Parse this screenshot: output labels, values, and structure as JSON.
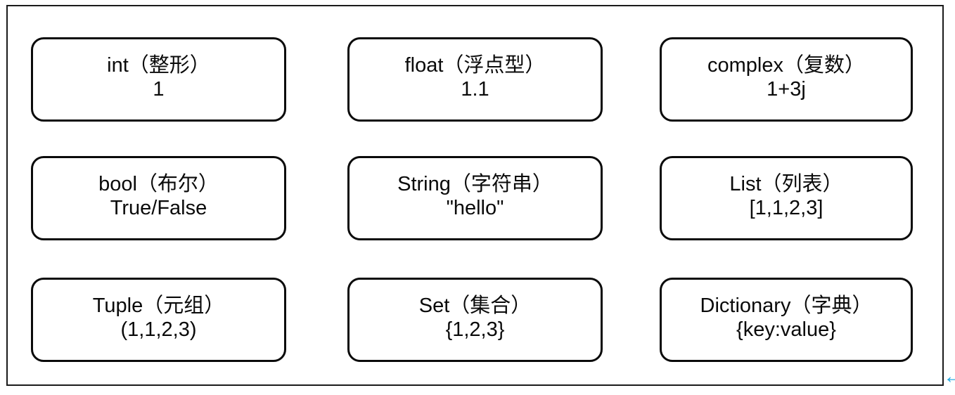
{
  "diagram": {
    "boxes": [
      {
        "title": "int（整形）",
        "example": "1"
      },
      {
        "title": "float（浮点型）",
        "example": "1.1"
      },
      {
        "title": "complex（复数）",
        "example": "1+3j"
      },
      {
        "title": "bool（布尔）",
        "example": "True/False"
      },
      {
        "title": "String（字符串）",
        "example": "\"hello\""
      },
      {
        "title": "List（列表）",
        "example": "[1,1,2,3]"
      },
      {
        "title": "Tuple（元组）",
        "example": "(1,1,2,3)"
      },
      {
        "title": "Set（集合）",
        "example": "{1,2,3}"
      },
      {
        "title": "Dictionary（字典）",
        "example": "{key:value}"
      }
    ]
  },
  "icons": {
    "back_arrow": "←"
  },
  "colors": {
    "background": "#ffffff",
    "frame_border": "#1b1b1b",
    "box_border": "#0a0a0a",
    "text": "#0a0a0a",
    "arrow": "#29ABE2"
  }
}
